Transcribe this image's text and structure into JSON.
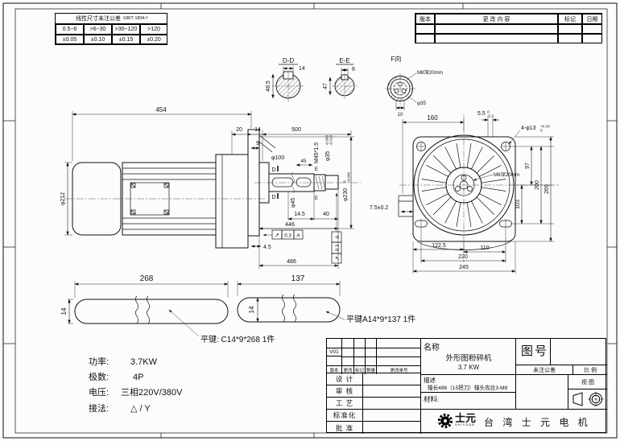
{
  "tolerance_table": {
    "title": "线性尺寸未注公差",
    "standard": "GB/T 1804-f",
    "ranges": [
      "0.5~6",
      ">6~30",
      ">30~120",
      ">120"
    ],
    "values": [
      "±0.05",
      "±0.10",
      "±0.15",
      "±0.20"
    ]
  },
  "revision_table": {
    "headers": [
      "版本",
      "更 改 内 容",
      "标记",
      "日期"
    ]
  },
  "sections": {
    "dd": {
      "label": "D-D",
      "dim_width": "14",
      "dim_height": "48.5"
    },
    "ee": {
      "label": "E-E",
      "dim_width": "6",
      "dim_height": "47"
    },
    "f": {
      "label": "F向",
      "note_thread": "M8深20mm",
      "dim_dia": "φ35",
      "dim_key": "10"
    }
  },
  "side_view": {
    "dim_454": "454",
    "dim_20": "20",
    "dim_14": "14",
    "dim_500": "500",
    "dim_9": "9",
    "dim_d212": "φ212",
    "dim_d100": "φ100",
    "dim_45": "45",
    "dim_m45": "M45*1.5",
    "dim_d35": "φ35",
    "dim_d35_tol_hi": "-0.008",
    "dim_d35_tol_lo": "-0.018",
    "dim_d230": "φ230",
    "dim_d230_tol_hi": "0",
    "dim_d230_tol_lo": "-0.046",
    "dim_d45": "φ45",
    "dim_14_5": "14.5",
    "dim_40": "40",
    "dim_446": "446",
    "dim_4_5": "4.5",
    "dim_486": "486",
    "section_d": "D",
    "section_e": "E",
    "runout_symbol": "↗",
    "runout_value": "0.3",
    "runout_datum": "A"
  },
  "front_view": {
    "dim_160": "160",
    "dim_5_5": "5.5",
    "dim_5_5_hi": "0",
    "dim_5_5_lo": "-0.3",
    "dim_holes": "4-φ13",
    "dim_holes_hi": "+0.43",
    "dim_holes_lo": "0",
    "dim_97": "97",
    "dim_200": "200",
    "dim_269": "269",
    "dim_103": "103",
    "note_tap": "M8深20mm",
    "dim_7_5": "7.5±0.2",
    "dim_122_5": "122.5",
    "dim_110": "110",
    "dim_220": "220",
    "dim_245": "245"
  },
  "keys": {
    "key1": {
      "dim_len": "268",
      "dim_w": "14",
      "label": "平键: C14*9*268  1件"
    },
    "key2": {
      "dim_len": "137",
      "dim_w": "14",
      "label": "平键A14*9*137  1件"
    }
  },
  "specs": {
    "rows": [
      {
        "label": "功率:",
        "value": "3.7KW"
      },
      {
        "label": "极数:",
        "value": "4P"
      },
      {
        "label": "电压:",
        "value": "三相220V/380V"
      },
      {
        "label": "接法:",
        "value": "△ / Y"
      }
    ]
  },
  "title_block": {
    "version": "V01",
    "rev_headers": [
      "版本",
      "更改",
      "标记",
      "数量",
      "更改单号"
    ],
    "sign_rows": [
      "设 计",
      "审 核",
      "工 艺",
      "标准化",
      "批 准"
    ],
    "name_label": "名称",
    "name_value": "外形图粉碎机",
    "power": "3.7 KW",
    "desc_label": "描述",
    "desc_value": "轴长486（15把刀）轴头攻丝3-M8",
    "material_label": "材料:",
    "drawing_no_label": "图号",
    "tol_label": "未注公差",
    "scale_label": "比 例",
    "view_label": "视 图",
    "logo_text": "士元",
    "logo_sub": "SHIYUAN",
    "company": "台 湾 士 元 电 机"
  }
}
